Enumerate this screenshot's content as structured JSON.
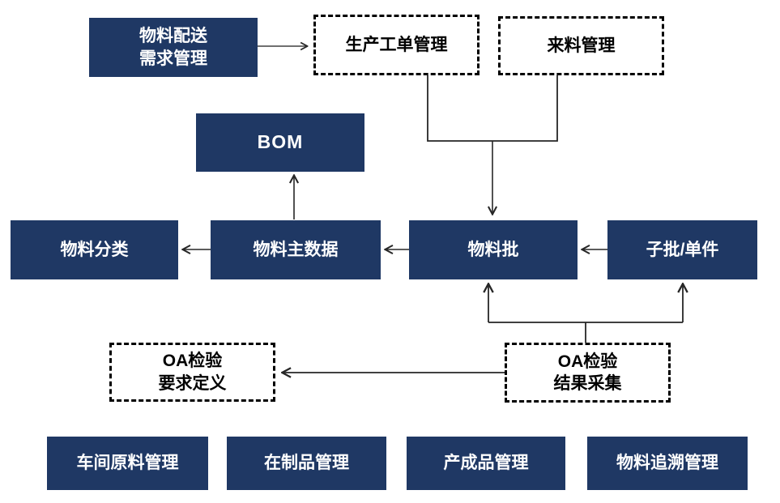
{
  "diagram": {
    "type": "flowchart",
    "colors": {
      "solid_node_fill": "#1f3864",
      "solid_node_text": "#ffffff",
      "dashed_node_border": "#000000",
      "dashed_node_text": "#000000",
      "connector": "#262626",
      "background": "#ffffff"
    },
    "nodes": [
      {
        "id": "material-distribution-demand",
        "label": "物料配送\n需求管理",
        "style": "solid"
      },
      {
        "id": "production-work-order",
        "label": "生产工单管理",
        "style": "dashed"
      },
      {
        "id": "incoming-material",
        "label": "来料管理",
        "style": "dashed"
      },
      {
        "id": "bom",
        "label": "BOM",
        "style": "solid"
      },
      {
        "id": "material-category",
        "label": "物料分类",
        "style": "solid"
      },
      {
        "id": "material-master-data",
        "label": "物料主数据",
        "style": "solid"
      },
      {
        "id": "material-batch",
        "label": "物料批",
        "style": "solid"
      },
      {
        "id": "sub-batch-unit",
        "label": "子批/单件",
        "style": "solid"
      },
      {
        "id": "qa-requirement-definition",
        "label": "OA检验\n要求定义",
        "style": "dashed"
      },
      {
        "id": "qa-result-collection",
        "label": "OA检验\n结果采集",
        "style": "dashed"
      },
      {
        "id": "workshop-raw-material",
        "label": "车间原料管理",
        "style": "solid"
      },
      {
        "id": "wip-management",
        "label": "在制品管理",
        "style": "solid"
      },
      {
        "id": "finished-product",
        "label": "产成品管理",
        "style": "solid"
      },
      {
        "id": "material-traceability",
        "label": "物料追溯管理",
        "style": "solid"
      }
    ],
    "edges": [
      {
        "from": "material-distribution-demand",
        "to": "production-work-order",
        "arrow": "to"
      },
      {
        "from": "production-work-order",
        "to": "material-batch",
        "arrow": "to"
      },
      {
        "from": "incoming-material",
        "to": "material-batch",
        "arrow": "to"
      },
      {
        "from": "material-master-data",
        "to": "bom",
        "arrow": "to"
      },
      {
        "from": "material-master-data",
        "to": "material-category",
        "arrow": "to"
      },
      {
        "from": "material-batch",
        "to": "material-master-data",
        "arrow": "to"
      },
      {
        "from": "sub-batch-unit",
        "to": "material-batch",
        "arrow": "to"
      },
      {
        "from": "qa-result-collection",
        "to": "material-batch",
        "arrow": "to"
      },
      {
        "from": "qa-result-collection",
        "to": "sub-batch-unit",
        "arrow": "to"
      },
      {
        "from": "qa-result-collection",
        "to": "qa-requirement-definition",
        "arrow": "to"
      }
    ]
  }
}
